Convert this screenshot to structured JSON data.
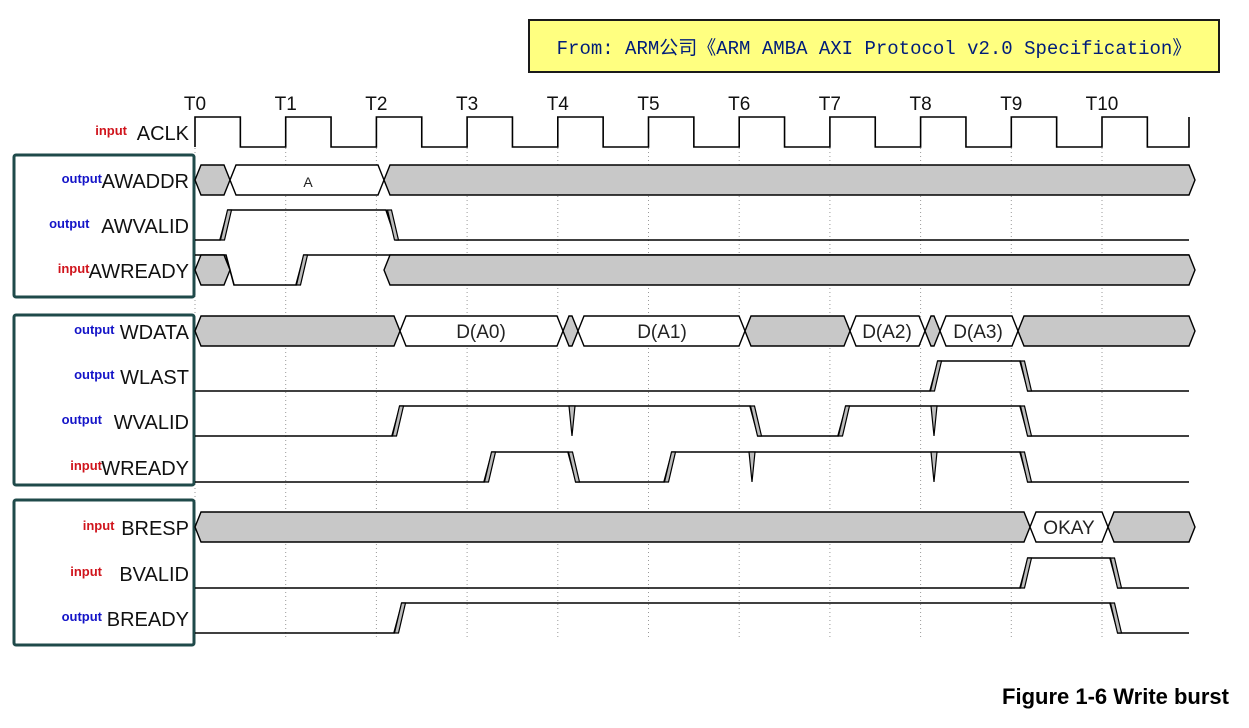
{
  "source_note": "From: ARM公司《ARM AMBA AXI Protocol v2.0 Specification》",
  "caption": "Figure 1-6 Write burst",
  "colors": {
    "input": "#d0141c",
    "output": "#1414c8",
    "bus_fill": "#c8c8c8",
    "group_border": "#1f4a4a",
    "source_bg": "#ffff80"
  },
  "clock_ticks": [
    "T0",
    "T1",
    "T2",
    "T3",
    "T4",
    "T5",
    "T6",
    "T7",
    "T8",
    "T9",
    "T10"
  ],
  "signals": [
    {
      "dir": "input",
      "name": "ACLK"
    },
    {
      "dir": "output",
      "name": "AWADDR"
    },
    {
      "dir": "output",
      "name": "AWVALID"
    },
    {
      "dir": "input",
      "name": "AWREADY"
    },
    {
      "dir": "output",
      "name": "WDATA"
    },
    {
      "dir": "output",
      "name": "WLAST"
    },
    {
      "dir": "output",
      "name": "WVALID"
    },
    {
      "dir": "input",
      "name": "WREADY"
    },
    {
      "dir": "input",
      "name": "BRESP"
    },
    {
      "dir": "input",
      "name": "BVALID"
    },
    {
      "dir": "output",
      "name": "BREADY"
    }
  ],
  "bus_values": {
    "awaddr": "A",
    "wdata": [
      "D(A0)",
      "D(A1)",
      "D(A2)",
      "D(A3)"
    ],
    "bresp": "OKAY"
  }
}
